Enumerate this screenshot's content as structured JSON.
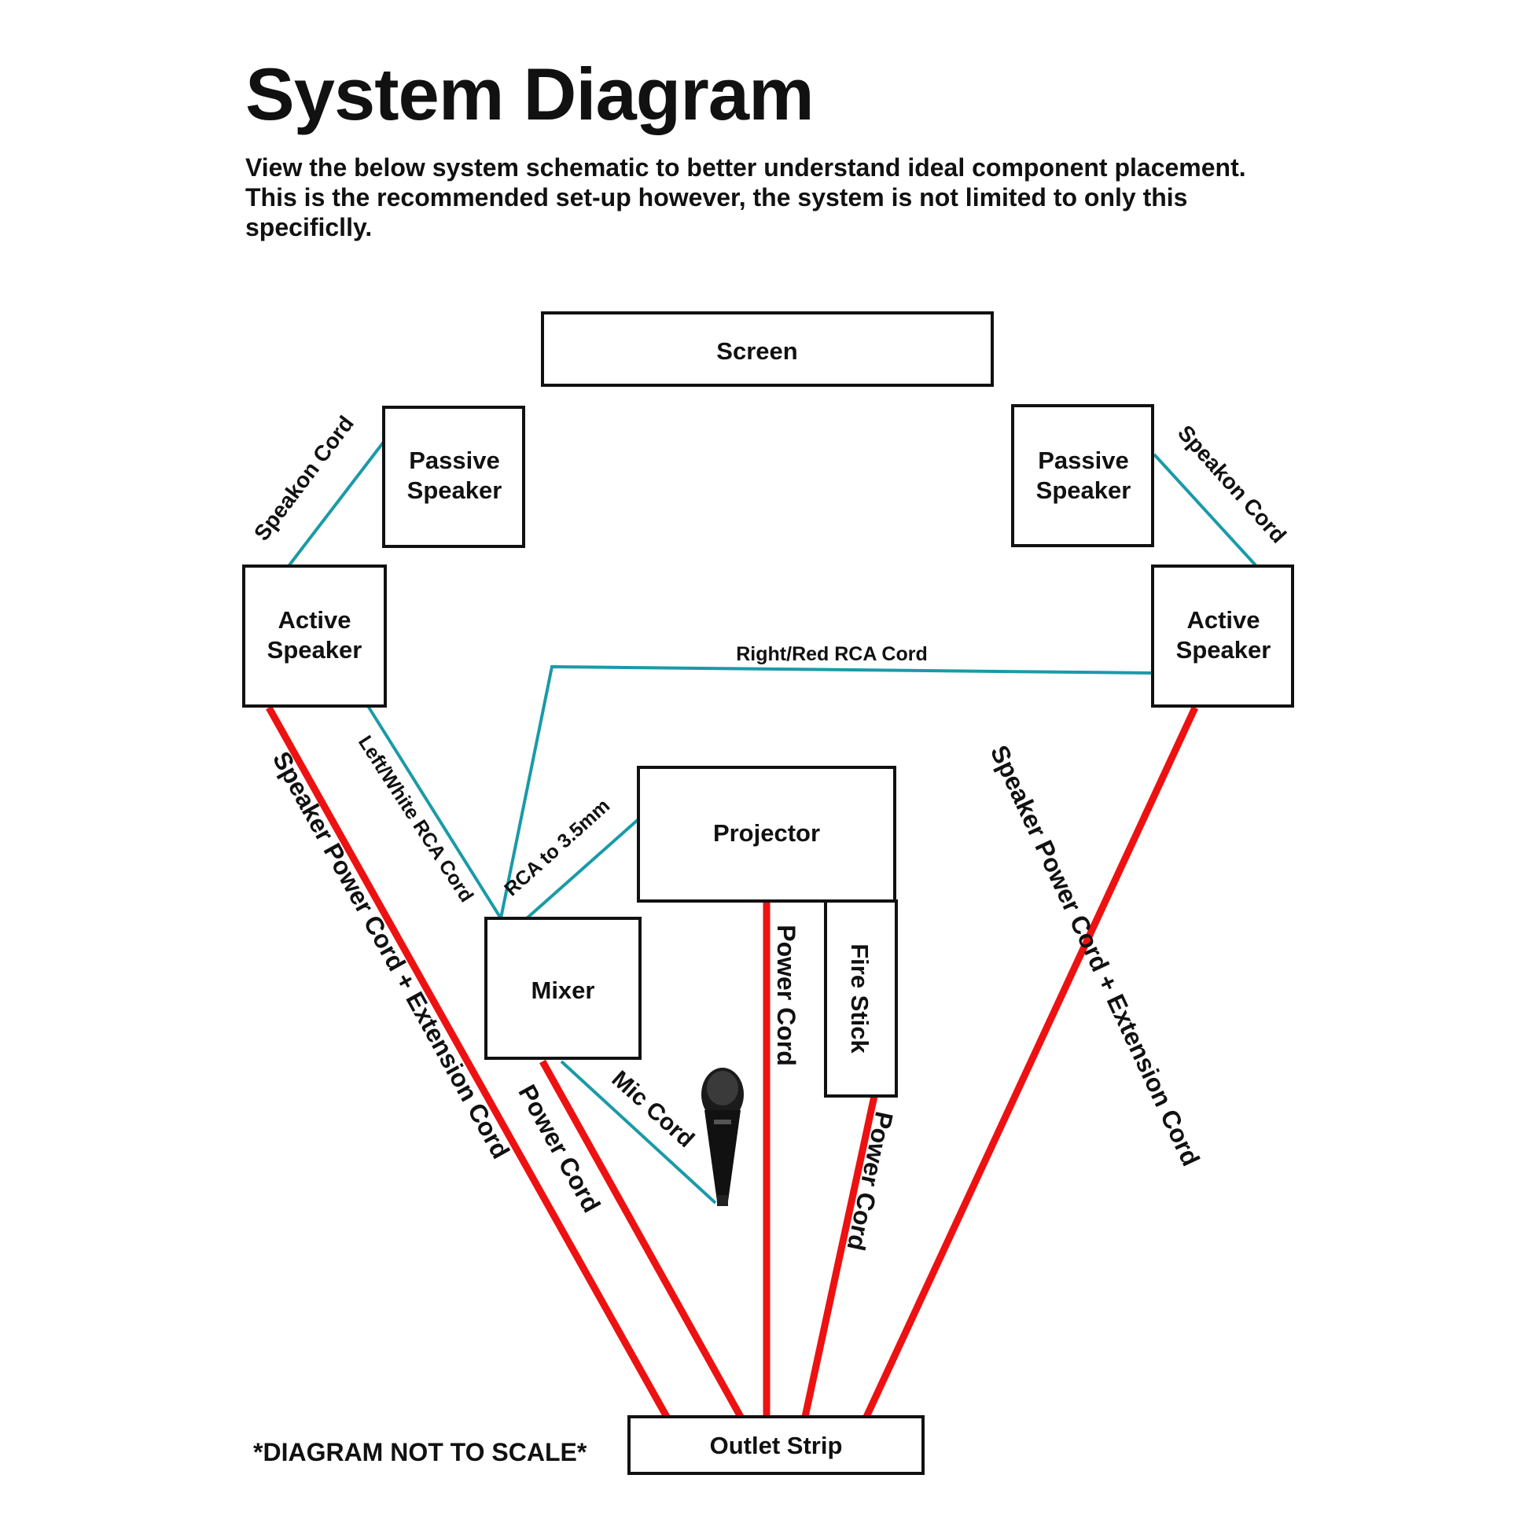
{
  "header": {
    "title": "System Diagram",
    "subtitle": "View the below system schematic to better understand ideal component placement. This is the recommended set-up however, the system is not limited to only this specificlly."
  },
  "colors": {
    "signal_cord": "#1a9aa8",
    "power_cord": "#ee1111",
    "outline": "#111111"
  },
  "components": {
    "screen": "Screen",
    "passive_left_1": "Passive",
    "passive_left_2": "Speaker",
    "passive_right_1": "Passive",
    "passive_right_2": "Speaker",
    "active_left_1": "Active",
    "active_left_2": "Speaker",
    "active_right_1": "Active",
    "active_right_2": "Speaker",
    "projector": "Projector",
    "mixer": "Mixer",
    "fire_stick": "Fire Stick",
    "outlet_strip": "Outlet Strip",
    "microphone_icon": "microphone-icon"
  },
  "cords": {
    "speakon_left": "Speakon Cord",
    "speakon_right": "Speakon Cord",
    "right_rca": "Right/Red RCA Cord",
    "left_rca": "Left/White RCA Cord",
    "rca_35": "RCA to 3.5mm",
    "mic": "Mic Cord",
    "speaker_power_left": "Speaker Power Cord + Extension Cord",
    "speaker_power_right": "Speaker Power Cord + Extension Cord",
    "mixer_power": "Power Cord",
    "projector_power": "Power Cord",
    "firestick_power": "Power Cord"
  },
  "note": "*DIAGRAM NOT TO SCALE*"
}
